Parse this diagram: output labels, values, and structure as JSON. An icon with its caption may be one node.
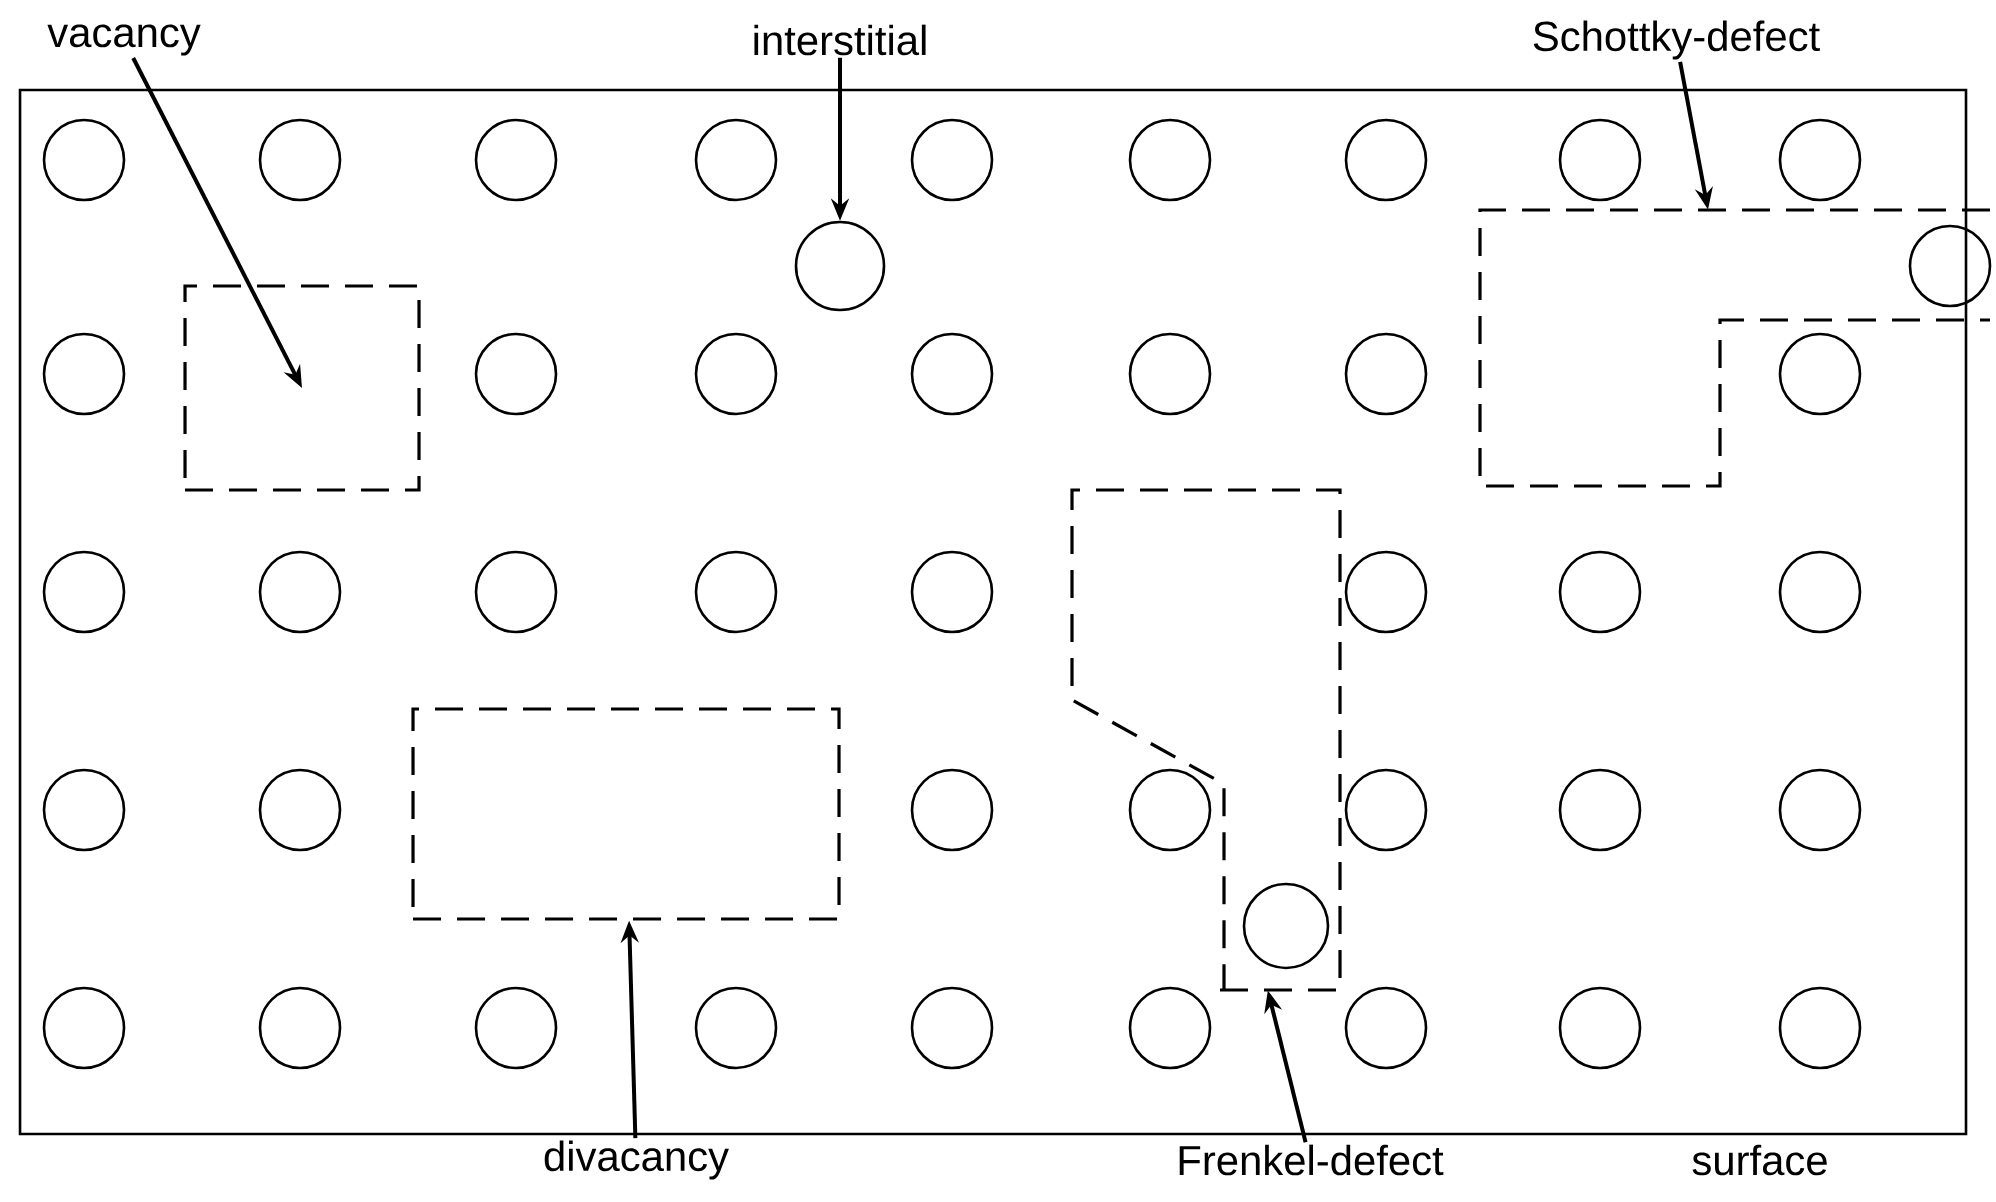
{
  "diagram": {
    "nodes": [
      {
        "text": [
          "vacancy"
        ]
      },
      {
        "text": [
          "interstitial"
        ]
      },
      {
        "text": [
          "Schottky-defect"
        ]
      },
      {
        "text": [],
        "shape": "circle"
      },
      {
        "text": [],
        "shape": "box"
      },
      {
        "text": [],
        "shape": "box"
      },
      {
        "text": [],
        "shape": "box"
      },
      {
        "text": [],
        "shape": "box"
      },
      {
        "text": [
          "divacancy"
        ]
      },
      {
        "text": [
          "Frenkel-defect"
        ]
      }
    ],
    "edges": [
      {
        "from": 0,
        "to": 5,
        "arrow": "to"
      },
      {
        "from": 1,
        "to": 3,
        "arrow": "to"
      },
      {
        "from": 2,
        "to": 4,
        "arrow": "to"
      },
      {
        "from": 8,
        "to": 7,
        "arrow": "to"
      },
      {
        "from": 9,
        "to": 6,
        "arrow": "to"
      }
    ],
    "labels": [
      "surface"
    ]
  }
}
